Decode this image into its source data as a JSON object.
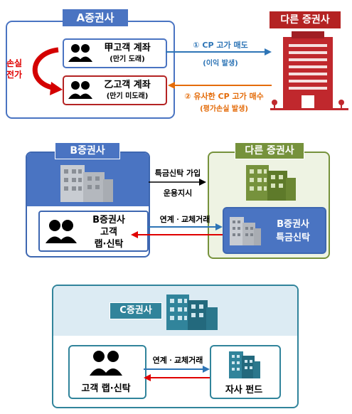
{
  "sectionA": {
    "title": "A증권사",
    "loss_transfer": [
      "손실",
      "전가"
    ],
    "gap_account": {
      "name": "甲고객 계좌",
      "note": "(만기 도래)"
    },
    "eul_account": {
      "name": "乙고객 계좌",
      "note": "(만기 미도래)"
    },
    "other_firm": "다른 증권사",
    "arrow1": {
      "label": "① CP 고가 매도",
      "note": "(이익 발생)"
    },
    "arrow2": {
      "label": "② 유사한 CP 고가 매수",
      "note": "(평가손실 발생)"
    }
  },
  "sectionB": {
    "title": "B증권사",
    "other_firm": "다른 증권사",
    "arrow_top": [
      "특금신탁 가입",
      "운용지시"
    ],
    "client": [
      "B증권사",
      "고객",
      "랩·신탁"
    ],
    "arrow_mid": "연계ㆍ교체거래",
    "trust": [
      "B증권사",
      "특금신탁"
    ]
  },
  "sectionC": {
    "title": "C증권사",
    "arrow": "연계ㆍ교체거래",
    "client": "고객 랩·신탁",
    "fund": "자사 펀드"
  },
  "colors": {
    "blue": "#4472c4",
    "red_dark": "#b42323",
    "red": "#e00000",
    "orange": "#e46c0a",
    "olive": "#76923c",
    "olive_light": "#eef3e3",
    "teal": "#31849b",
    "teal_light": "#dcebf3"
  }
}
